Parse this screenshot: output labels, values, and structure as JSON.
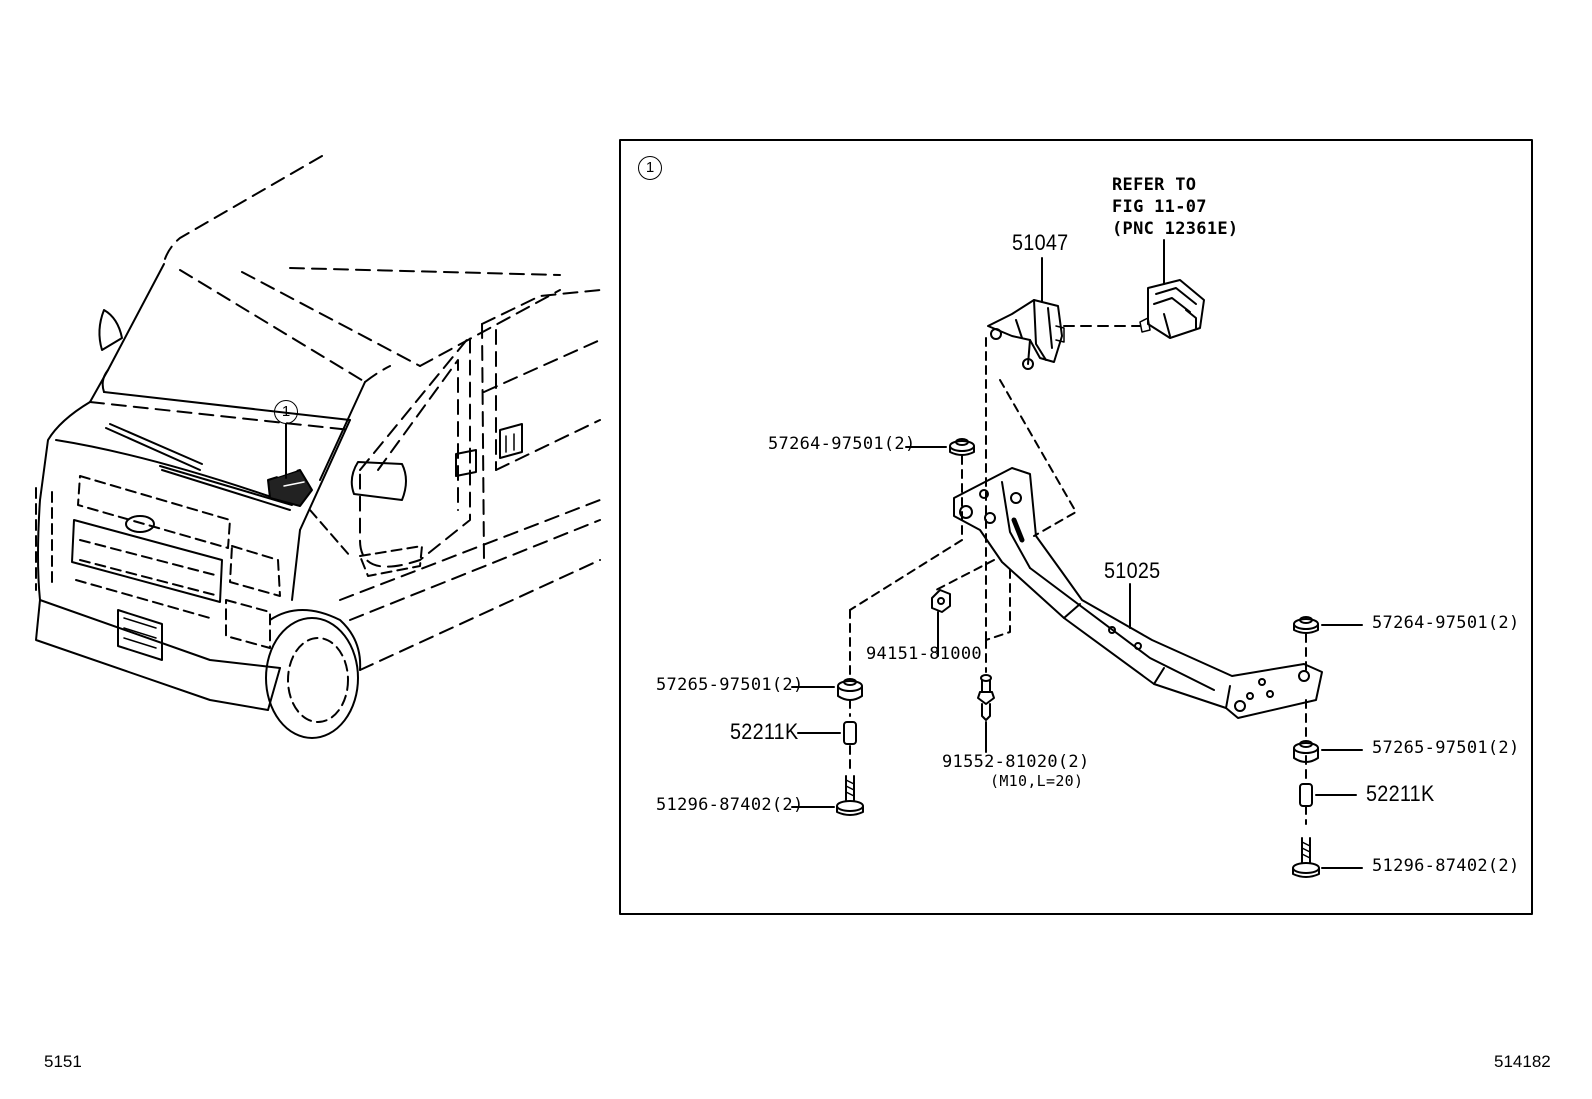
{
  "detail_marker": "1",
  "reference_note": {
    "line1": "REFER TO",
    "line2": "FIG 11-07",
    "line3": "(PNC 12361E)"
  },
  "parts": {
    "p51047": "51047",
    "p51025": "51025",
    "p57264_left": "57264-97501(2)",
    "p57264_right": "57264-97501(2)",
    "p94151": "94151-81000",
    "p57265_left": "57265-97501(2)",
    "p57265_right": "57265-97501(2)",
    "p52211K_left": "52211K",
    "p52211K_right": "52211K",
    "p91552": "91552-81020(2)",
    "p91552_spec": "(M10,L=20)",
    "p51296_left": "51296-87402(2)",
    "p51296_right": "51296-87402(2)"
  },
  "footer": {
    "left_code": "5151",
    "right_code": "514182"
  }
}
